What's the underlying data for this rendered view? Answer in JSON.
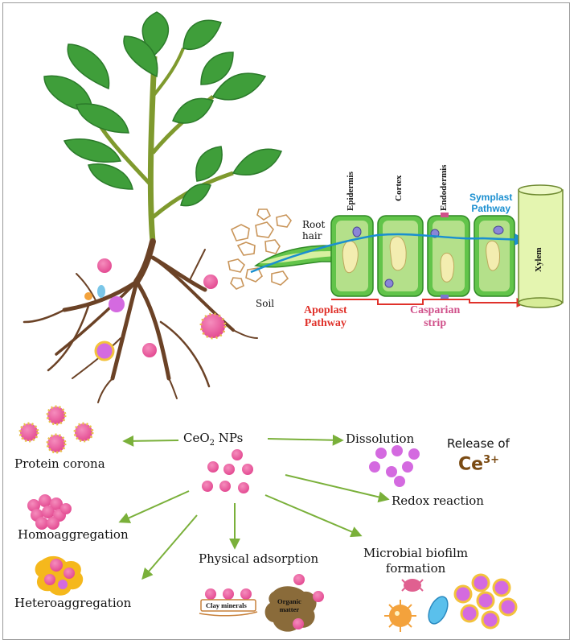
{
  "labels": {
    "root_hair": "Root\nhair",
    "soil": "Soil",
    "epidermis": "Epidermis",
    "cortex": "Cortex",
    "endodermis": "Endodermis",
    "symplast": "Symplast\nPathway",
    "xylem": "Xylem",
    "apoplast": "Apoplast\nPathway",
    "casparian": "Casparian\nstrip",
    "ceo2_prefix": "CeO",
    "ceo2_sub": "2",
    "ceo2_suffix": " NPs",
    "protein_corona": "Protein corona",
    "homoaggregation": "Homoaggregation",
    "heteroaggregation": "Heteroaggregation",
    "physical_adsorption": "Physical adsorption",
    "clay_minerals": "Clay minerals",
    "organic_matter": "Organic\nmatter",
    "microbial_biofilm": "Microbial biofilm\nformation",
    "redox_reaction": "Redox reaction",
    "dissolution": "Dissolution",
    "release_of": "Release of",
    "ce_ion": "Ce",
    "ce_charge": "3+"
  },
  "colors": {
    "leaf": "#3f9e3a",
    "leaf_dark": "#2b7a2a",
    "stem": "#7f9a2e",
    "root": "#6b4226",
    "np_pink": "#e8559a",
    "np_violet": "#d46ae0",
    "arrow": "#7ab03a",
    "symplast_blue": "#1a8fd0",
    "apoplast_red": "#e0322b",
    "casparian_pink": "#d0508a",
    "cell_green": "#62c44a",
    "xylem_fill": "#e4f5b0",
    "ce_brown": "#7a4a12"
  }
}
